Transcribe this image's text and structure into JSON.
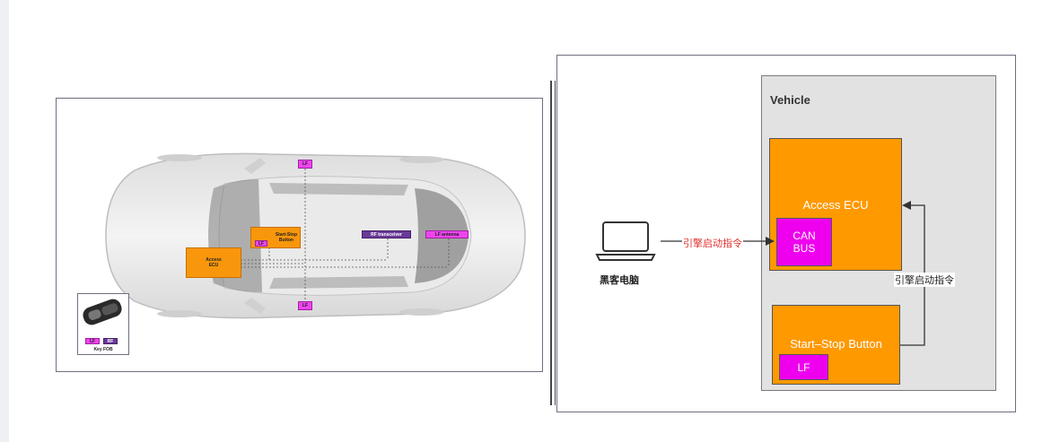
{
  "car_diagram": {
    "lf_top": "LF",
    "lf_bottom": "LF",
    "start_stop": "Start-Stop\nButton",
    "start_stop_lf": "LF",
    "access_ecu": "Access\nECU",
    "rf_transceiver": "RF transceiver",
    "lf_antenna": "LF antenna",
    "fob_lf": "LF",
    "fob_rf": "RF",
    "fob_label": "Key FOB"
  },
  "attack_diagram": {
    "vehicle_label": "Vehicle",
    "access_ecu_label": "Access ECU",
    "can_bus_line1": "CAN",
    "can_bus_line2": "BUS",
    "start_stop_label": "Start–Stop Button",
    "lf_label": "LF",
    "laptop_label": "黑客电脑",
    "command_red": "引擎启动指令",
    "command_black": "引擎启动指令"
  },
  "colors": {
    "orange": "#ff9900",
    "magenta": "#ee00ee",
    "vehicle_bg": "#e2e2e2",
    "command_red": "#e23030"
  },
  "icons": [
    "laptop-icon",
    "car-illustration",
    "key-fob-icon"
  ]
}
